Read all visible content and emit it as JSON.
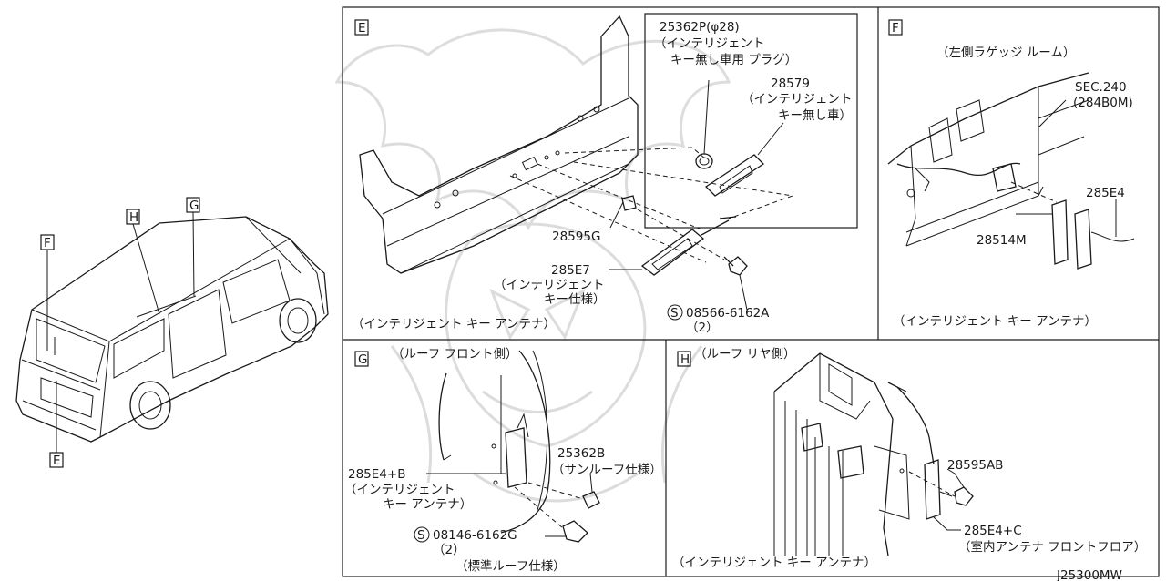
{
  "diagram_code": "J25300MW",
  "overview": {
    "markers": [
      "F",
      "H",
      "G",
      "E"
    ]
  },
  "panel_e": {
    "letter": "E",
    "caption": "（インテリジェント キー アンテナ）",
    "parts": {
      "plug_number": "25362P(φ28)",
      "plug_desc_1": "（インテリジェント",
      "plug_desc_2": "キー無し車用 プラグ）",
      "p28579_number": "28579",
      "p28579_desc_1": "（インテリジェント",
      "p28579_desc_2": "キー無し車）",
      "p28595g_number": "28595G",
      "p285e7_number": "285E7",
      "p285e7_desc_1": "（インテリジェント",
      "p285e7_desc_2": "キー仕様）",
      "screw_symbol": "S",
      "screw_number": "08566-6162A",
      "screw_qty": "（2）"
    }
  },
  "panel_f": {
    "letter": "F",
    "title": "（左側ラゲッジ ルーム）",
    "caption": "（インテリジェント キー アンテナ）",
    "parts": {
      "sec_number": "SEC.240",
      "sec_ref": "(284B0M)",
      "p285e4_number": "285E4",
      "p28514m_number": "28514M"
    }
  },
  "panel_g": {
    "letter": "G",
    "title": "（ルーフ フロント側）",
    "caption": "（標準ルーフ仕様）",
    "parts": {
      "p285e4b_number": "285E4+B",
      "p285e4b_desc_1": "（インテリジェント",
      "p285e4b_desc_2": "キー アンテナ）",
      "p25362b_number": "25362B",
      "p25362b_desc": "（サンルーフ仕様）",
      "screw_symbol": "S",
      "screw_number": "08146-6162G",
      "screw_qty": "（2）"
    }
  },
  "panel_h": {
    "letter": "H",
    "title": "（ルーフ リヤ側）",
    "caption": "（インテリジェント キー アンテナ）",
    "parts": {
      "p28595ab_number": "28595AB",
      "p285e4c_number": "285E4+C",
      "p285e4c_desc": "（室内アンテナ フロントフロア）"
    }
  }
}
